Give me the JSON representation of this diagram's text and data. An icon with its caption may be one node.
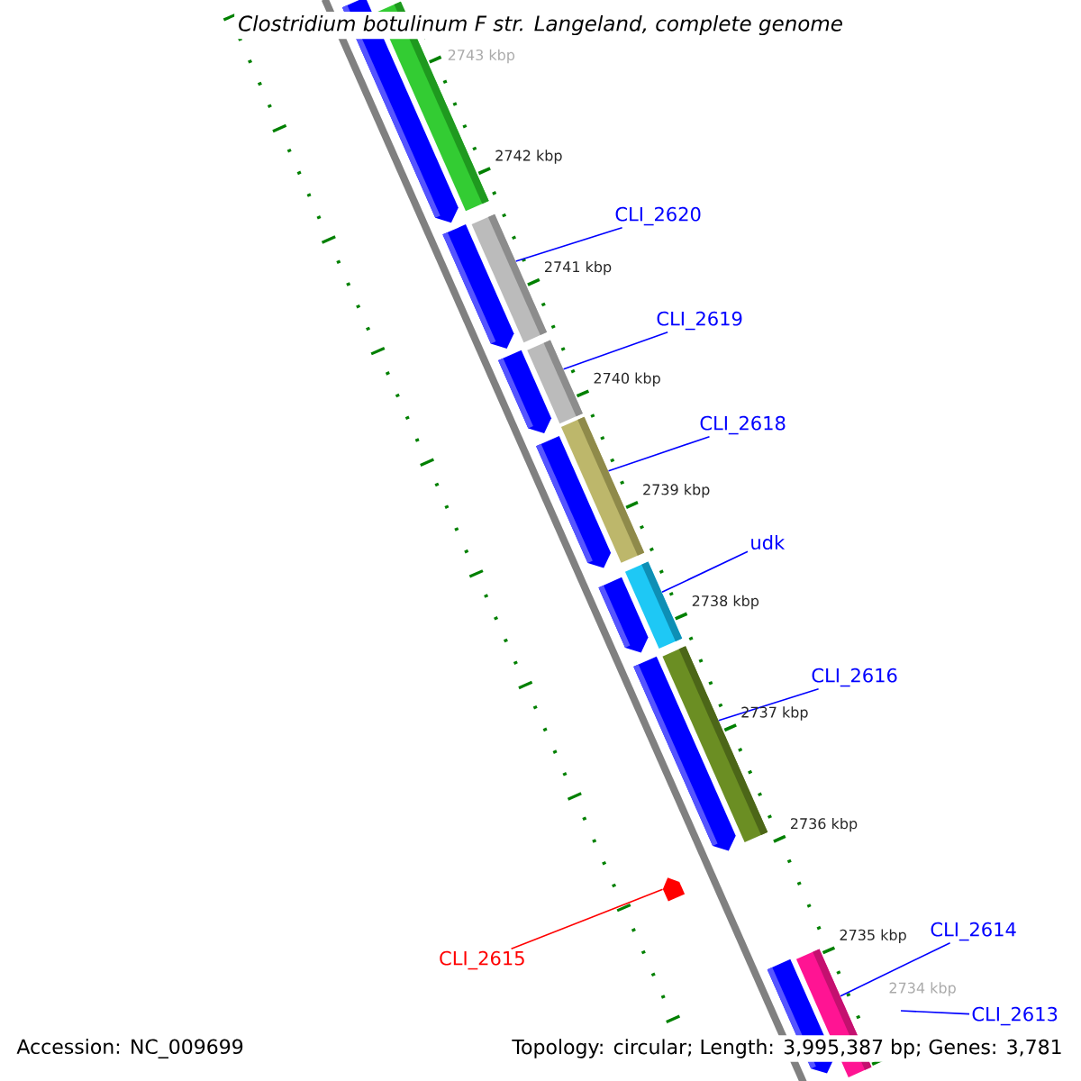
{
  "diagram": {
    "title": "Clostridium botulinum F str. Langeland, complete genome",
    "nodes": [
      {
        "text": [
          "CLI_2620"
        ]
      },
      {
        "text": [
          "CLI_2619"
        ]
      },
      {
        "text": [
          "CLI_2618"
        ]
      },
      {
        "text": [
          "udk"
        ]
      },
      {
        "text": [
          "CLI_2616"
        ]
      },
      {
        "text": [
          "CLI_2615"
        ]
      },
      {
        "text": [
          "CLI_2614"
        ]
      },
      {
        "text": [
          "CLI_2613"
        ]
      },
      {
        "text": [],
        "shape": "bar"
      },
      {
        "text": [],
        "shape": "bar"
      },
      {
        "text": [],
        "shape": "bar"
      },
      {
        "text": [],
        "shape": "bar"
      },
      {
        "text": [],
        "shape": "bar"
      },
      {
        "text": [],
        "shape": "bar"
      },
      {
        "text": [],
        "shape": "bar"
      },
      {
        "text": [],
        "shape": "bar"
      },
      {
        "text": [],
        "shape": "bar"
      },
      {
        "text": [],
        "shape": "bar"
      },
      {
        "text": [],
        "shape": "bar"
      },
      {
        "text": [],
        "shape": "bar"
      },
      {
        "text": [],
        "shape": "bar"
      },
      {
        "text": [],
        "shape": "bar"
      },
      {
        "text": [],
        "shape": "bar"
      }
    ],
    "edges": [
      {
        "from": 0,
        "to": 10,
        "arrow": "none"
      },
      {
        "from": 1,
        "to": 12,
        "arrow": "none"
      },
      {
        "from": 2,
        "to": 14,
        "arrow": "none"
      },
      {
        "from": 3,
        "to": 16,
        "arrow": "none"
      },
      {
        "from": 4,
        "to": 18,
        "arrow": "none"
      },
      {
        "from": 5,
        "to": 20,
        "arrow": "none",
        "color": "#ff0000"
      },
      {
        "from": 6,
        "to": 21,
        "arrow": "none"
      },
      {
        "from": 7,
        "to": null,
        "arrow": "none"
      }
    ],
    "labels": [
      "2743 kbp",
      "2742 kbp",
      "2741 kbp",
      "2740 kbp",
      "2739 kbp",
      "2738 kbp",
      "2737 kbp",
      "2736 kbp",
      "2735 kbp",
      "2734 kbp",
      "Accession: NC_009699",
      "Topology: circular; Length: 3,995,387 bp; Genes: 3,781"
    ]
  }
}
